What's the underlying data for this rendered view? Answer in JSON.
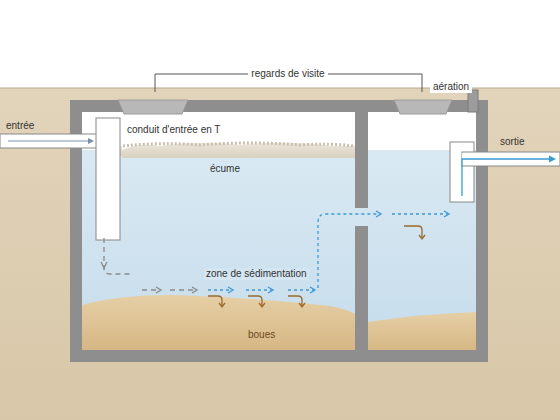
{
  "diagram": {
    "labels": [
      "regards de visite",
      "aération",
      "entrée",
      "conduit d'entrée en T",
      "écume",
      "sortie",
      "zone de sédimentation",
      "boues"
    ]
  }
}
